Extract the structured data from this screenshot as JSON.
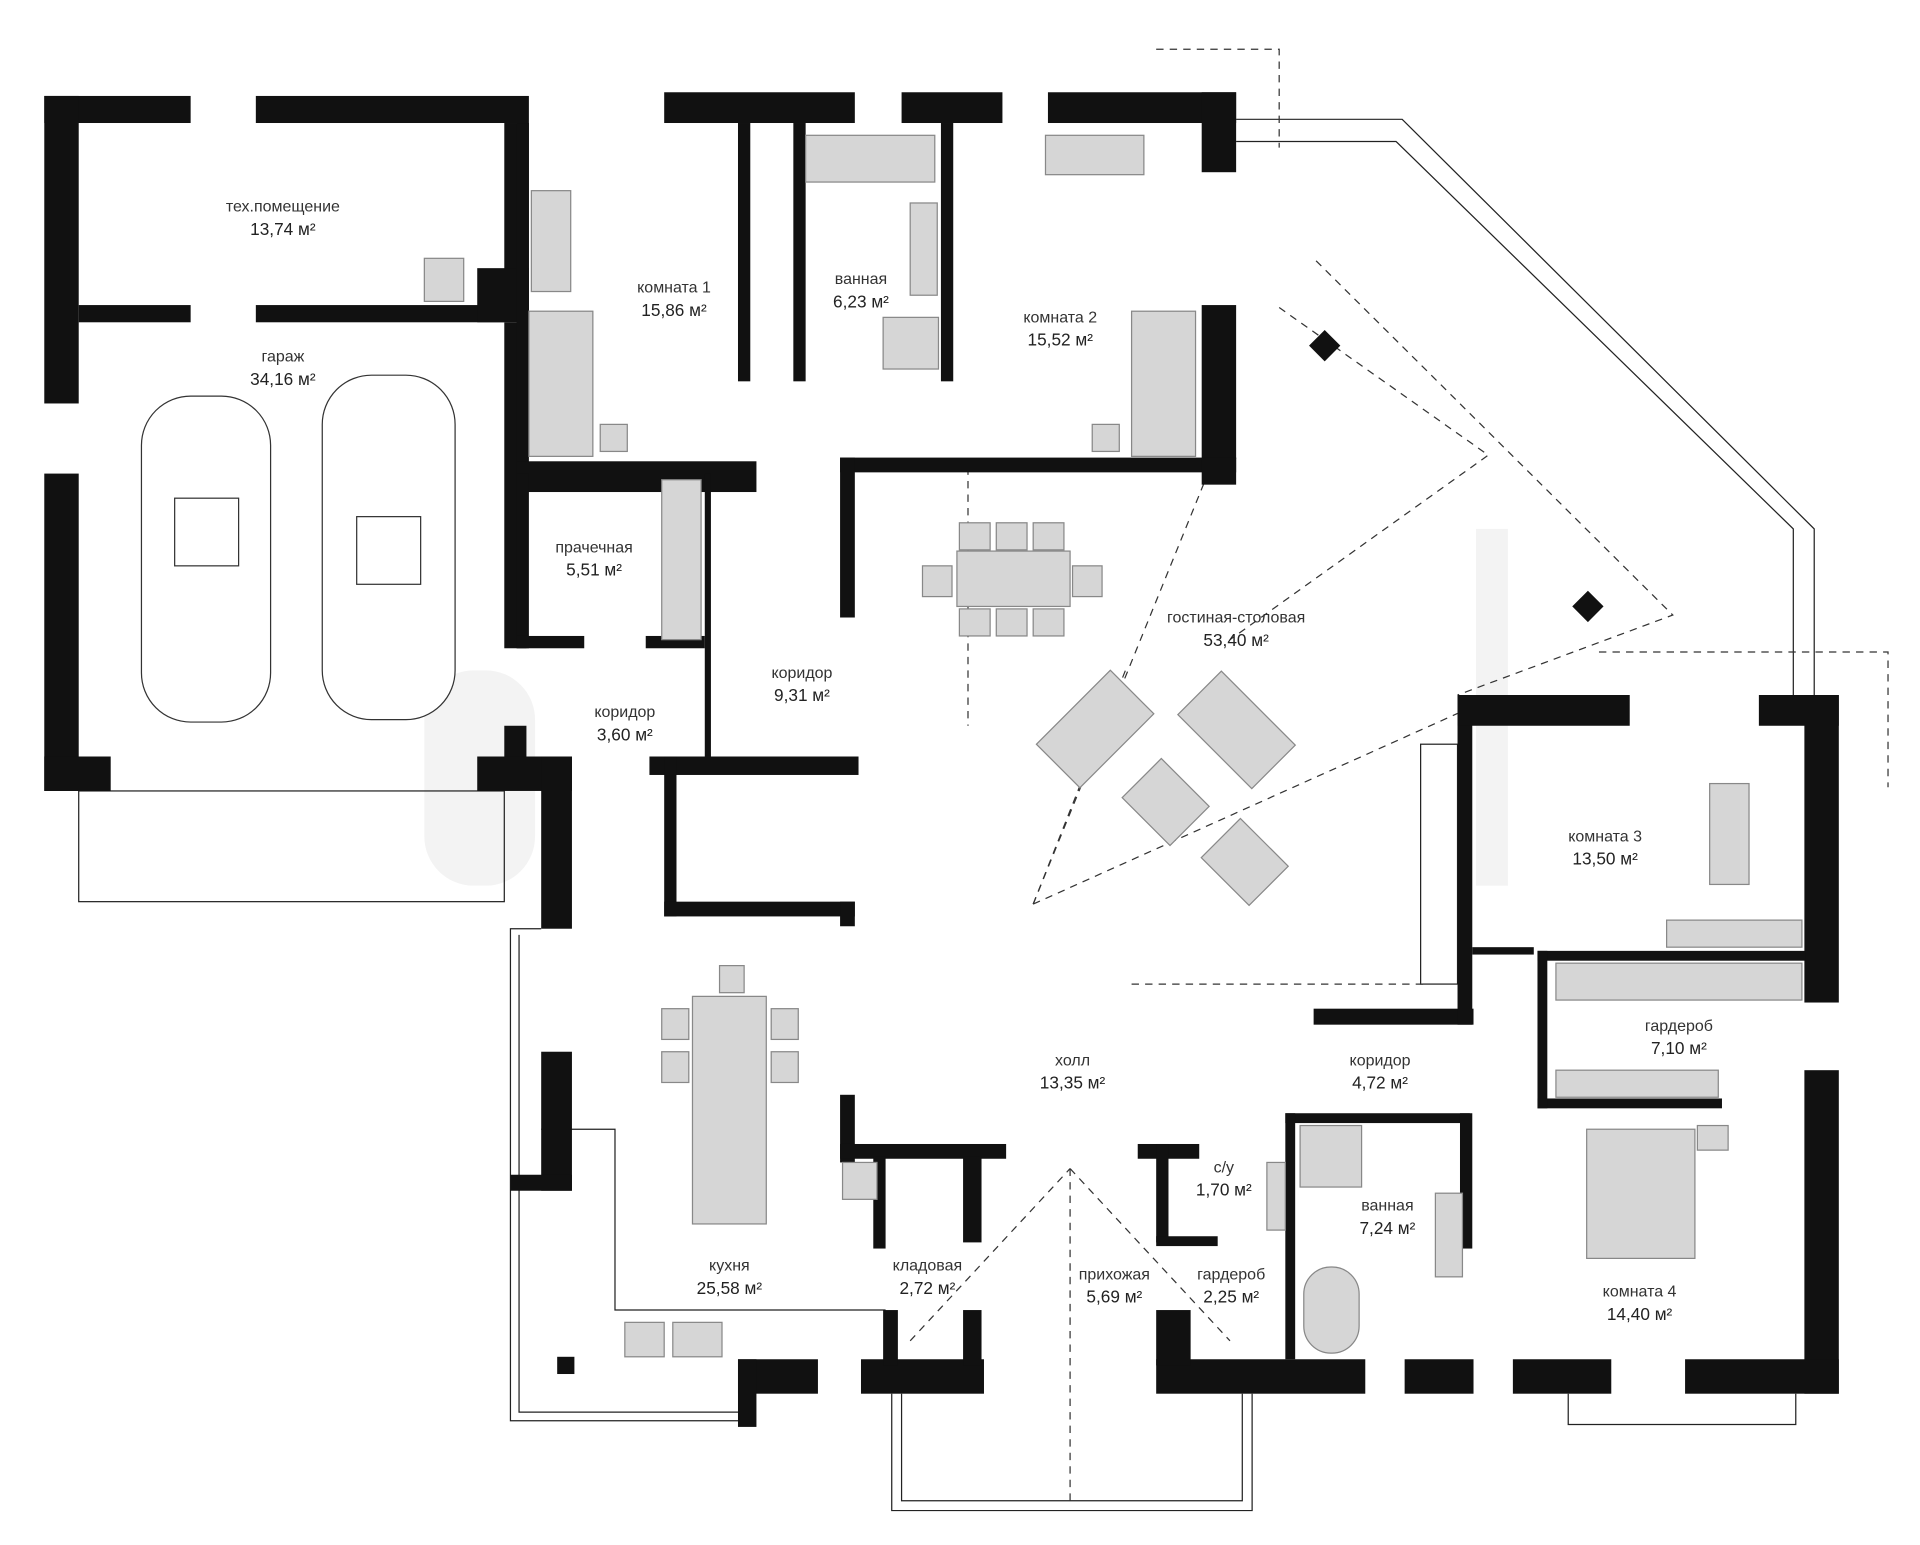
{
  "plan": {
    "rooms": [
      {
        "name": "тех.помещение",
        "area": "13,74 м²"
      },
      {
        "name": "гараж",
        "area": "34,16 м²"
      },
      {
        "name": "комната 1",
        "area": "15,86 м²"
      },
      {
        "name": "ванная",
        "area": "6,23 м²"
      },
      {
        "name": "комната 2",
        "area": "15,52 м²"
      },
      {
        "name": "прачечная",
        "area": "5,51 м²"
      },
      {
        "name": "коридор",
        "area": "9,31 м²"
      },
      {
        "name": "коридор",
        "area": "3,60 м²"
      },
      {
        "name": "гостиная-столовая",
        "area": "53,40 м²"
      },
      {
        "name": "комната 3",
        "area": "13,50 м²"
      },
      {
        "name": "гардероб",
        "area": "7,10 м²"
      },
      {
        "name": "холл",
        "area": "13,35 м²"
      },
      {
        "name": "коридор",
        "area": "4,72 м²"
      },
      {
        "name": "с/у",
        "area": "1,70 м²"
      },
      {
        "name": "ванная",
        "area": "7,24 м²"
      },
      {
        "name": "кухня",
        "area": "25,58 м²"
      },
      {
        "name": "кладовая",
        "area": "2,72 м²"
      },
      {
        "name": "прихожая",
        "area": "5,69 м²"
      },
      {
        "name": "гардероб",
        "area": "2,25 м²"
      },
      {
        "name": "комната 4",
        "area": "14,40 м²"
      }
    ],
    "colors": {
      "wall": "#111111",
      "furniture": "#d6d6d6",
      "background": "#ffffff"
    }
  }
}
